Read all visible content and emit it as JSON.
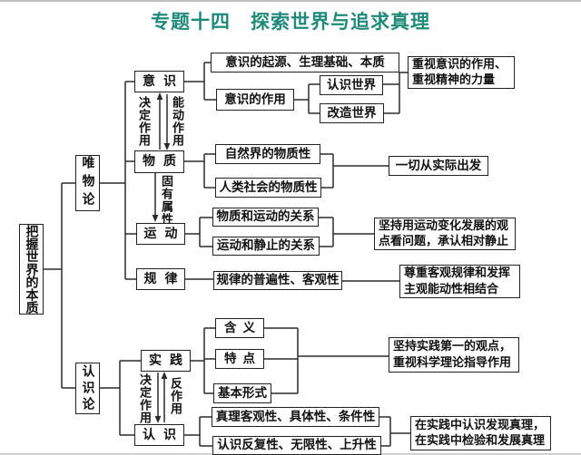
{
  "title": "专题十四　探索世界与追求真理",
  "colors": {
    "title_accent": "#1f8a79",
    "line": "#2b2b2b",
    "text": "#111111",
    "background": "#ffffff"
  },
  "root": {
    "label": "把握世界的本质"
  },
  "materialism": {
    "label": "唯物论",
    "consciousness": {
      "label": "意识",
      "origin": "意识的起源、生理基础、本质",
      "function": "意识的作用",
      "know_world": "认识世界",
      "transform_world": "改造世界",
      "conclusion": "重视意识的作用、重视精神的力量"
    },
    "consciousness_matter_arrows": {
      "left": "决定作用",
      "right": "能动作用"
    },
    "matter": {
      "label": "物质",
      "nature": "自然界的物质性",
      "society": "人类社会的物质性",
      "conclusion": "一切从实际出发"
    },
    "inherent_attribute": "固有属性",
    "motion": {
      "label": "运动",
      "matter_relation": "物质和运动的关系",
      "stillness_relation": "运动和静止的关系",
      "conclusion": "坚持用运动变化发展的观点看问题，承认相对静止"
    },
    "law": {
      "label": "规律",
      "property": "规律的普遍性、客观性",
      "conclusion": "尊重客观规律和发挥主观能动性相结合"
    }
  },
  "epistemology": {
    "label": "认识论",
    "practice": {
      "label": "实践",
      "meaning": "含义",
      "features": "特点",
      "basic_forms": "基本形式",
      "conclusion": "坚持实践第一的观点，重视科学理论指导作用"
    },
    "practice_cognition_arrows": {
      "left": "决定作用",
      "right": "反作用"
    },
    "cognition": {
      "label": "认识",
      "truth": "真理客观性、具体性、条件性",
      "character": "认识反复性、无限性、上升性",
      "conclusion": "在实践中认识发现真理，在实践中检验和发展真理"
    }
  }
}
